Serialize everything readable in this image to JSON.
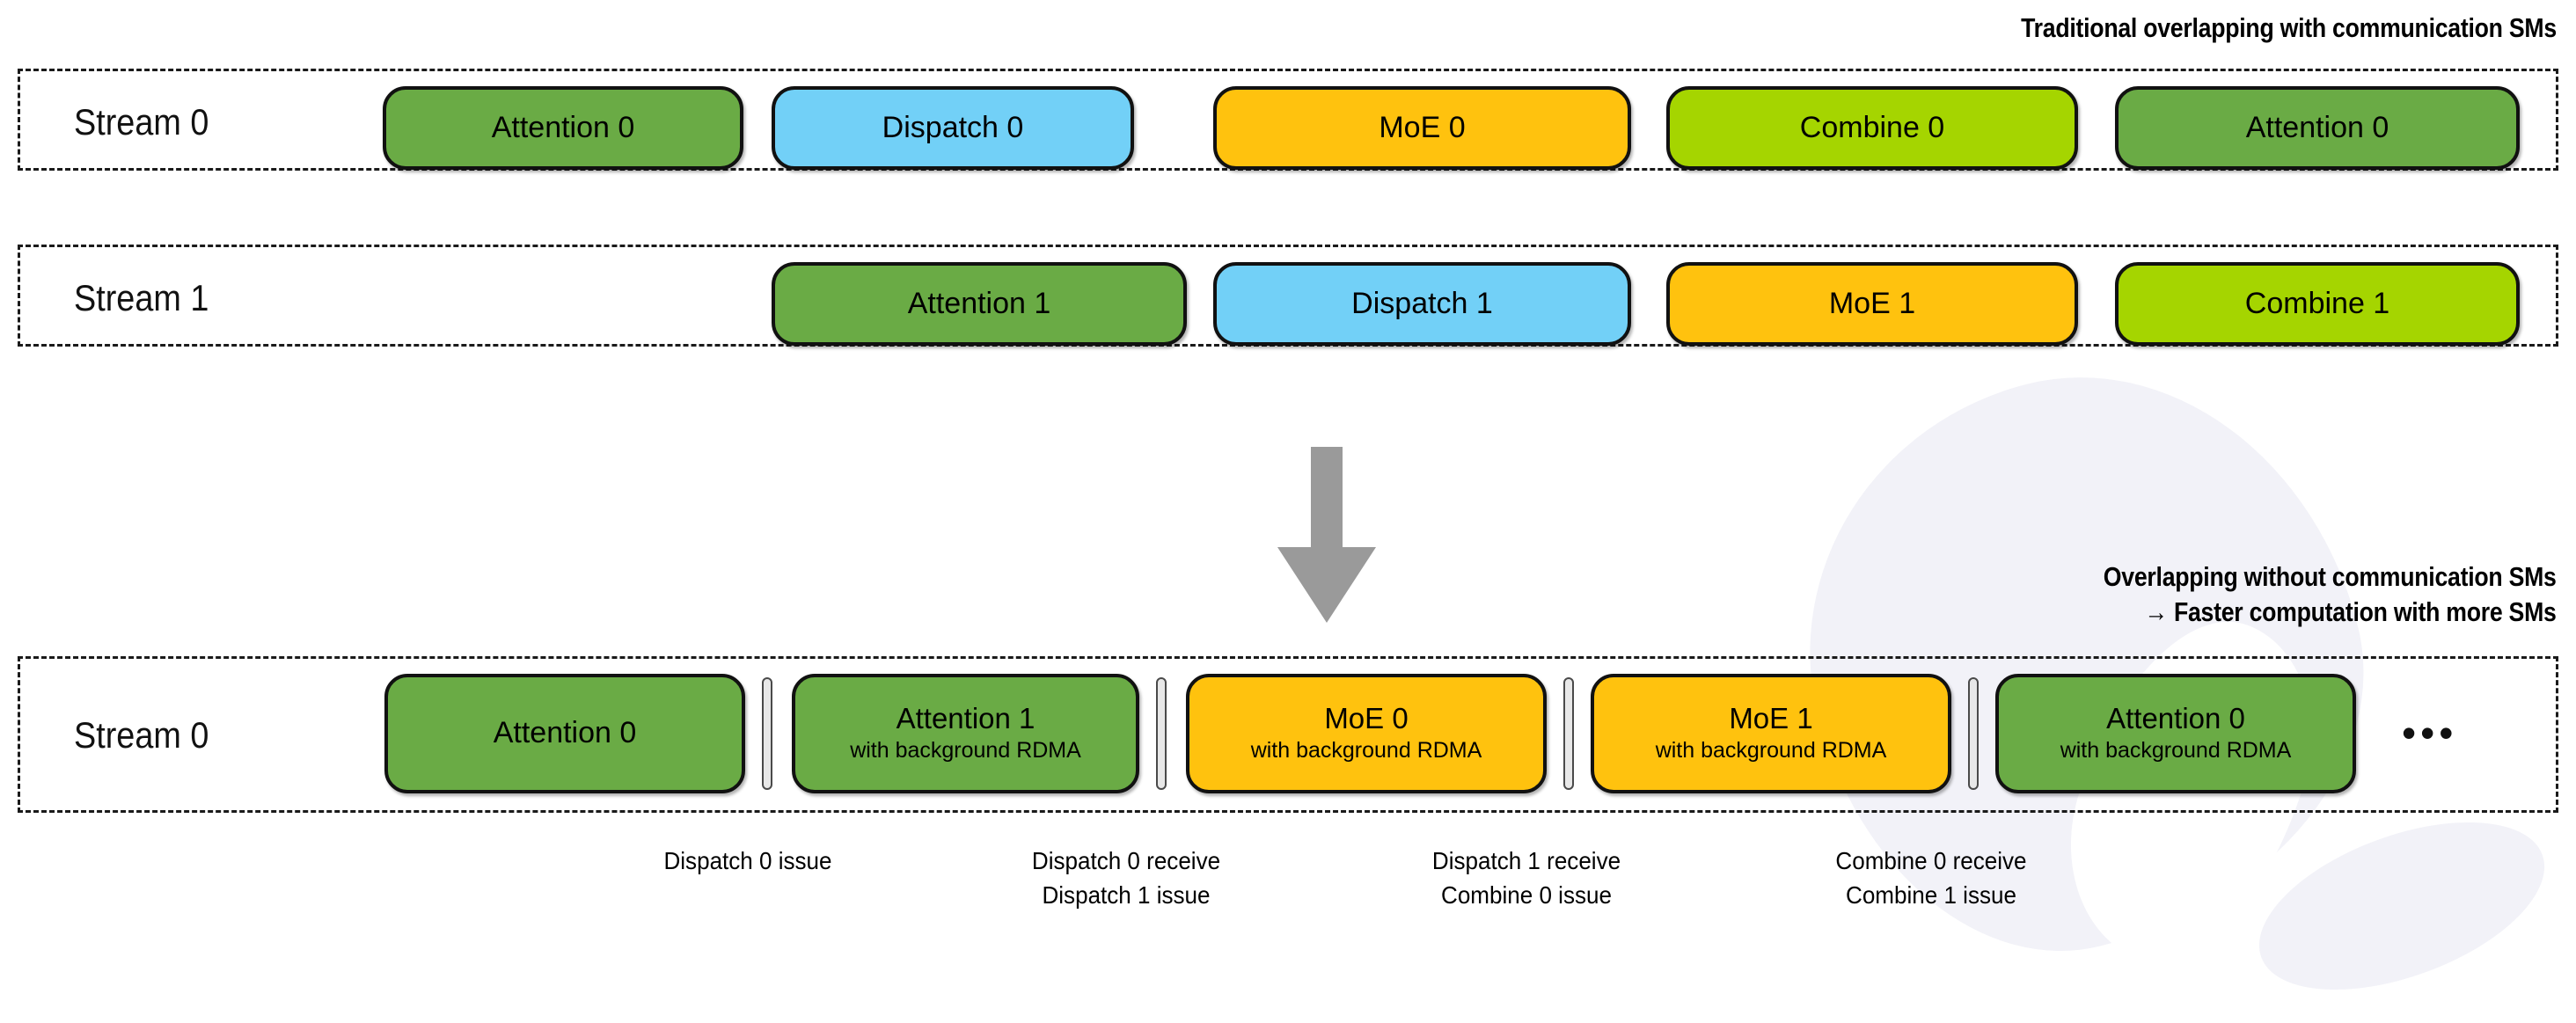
{
  "headings": {
    "top": "Traditional overlapping with communication SMs",
    "bottom": "Overlapping without communication SMs\n→ Faster computation with more SMs"
  },
  "colors": {
    "green": "#6AAB45",
    "cyan": "#72D0F7",
    "amber": "#FFC20E",
    "lime": "#A5D500",
    "arrow_gray": "#9A9A9A",
    "divider_gray": "#E8E8E8",
    "border": "#111111",
    "watermark": "#F2F2F8"
  },
  "streams": [
    {
      "label": "Stream 0",
      "blocks": [
        {
          "main": "Attention 0",
          "sub": "",
          "color": "green"
        },
        {
          "main": "Dispatch 0",
          "sub": "",
          "color": "cyan"
        },
        {
          "main": "MoE 0",
          "sub": "",
          "color": "amber"
        },
        {
          "main": "Combine 0",
          "sub": "",
          "color": "lime"
        },
        {
          "main": "Attention 0",
          "sub": "",
          "color": "green"
        }
      ]
    },
    {
      "label": "Stream 1",
      "blocks": [
        {
          "main": "Attention 1",
          "sub": "",
          "color": "green"
        },
        {
          "main": "Dispatch 1",
          "sub": "",
          "color": "cyan"
        },
        {
          "main": "MoE 1",
          "sub": "",
          "color": "amber"
        },
        {
          "main": "Combine 1",
          "sub": "",
          "color": "lime"
        }
      ]
    },
    {
      "label": "Stream 0",
      "blocks": [
        {
          "main": "Attention 0",
          "sub": "",
          "color": "green"
        },
        {
          "main": "Attention 1",
          "sub": "with background RDMA",
          "color": "green"
        },
        {
          "main": "MoE 0",
          "sub": "with background RDMA",
          "color": "amber"
        },
        {
          "main": "MoE 1",
          "sub": "with background RDMA",
          "color": "amber"
        },
        {
          "main": "Attention 0",
          "sub": "with background RDMA",
          "color": "green"
        }
      ],
      "trailing": "•••"
    }
  ],
  "annotations": [
    "Dispatch 0 issue",
    "Dispatch 0 receive\nDispatch 1 issue",
    "Dispatch 1 receive\nCombine 0 issue",
    "Combine 0 receive\nCombine 1 issue"
  ],
  "arrow": "down-arrow"
}
